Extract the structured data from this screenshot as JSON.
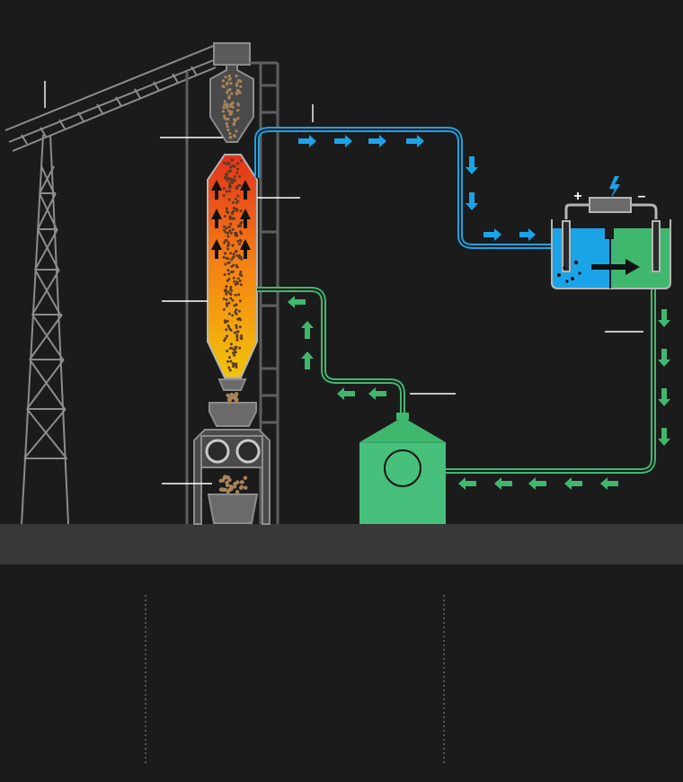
{
  "colors": {
    "background": "#1b1b1b",
    "ground": "#383838",
    "structure": "#8c8c8c",
    "hydrogen_blue": "#1ba3e8",
    "oxygen_green": "#3fb86e",
    "hot_red": "#e3321c",
    "hot_orange": "#f58214",
    "hot_yellow": "#f2c40a",
    "pellet_brown": "#a8845a",
    "leader_line": "#ffffff"
  },
  "diagram": {
    "components": [
      {
        "id": "conveyor",
        "icon": "inclined-conveyor-tower-icon"
      },
      {
        "id": "hopper",
        "icon": "pellet-hopper-icon"
      },
      {
        "id": "shaft-furnace",
        "icon": "shaft-furnace-icon"
      },
      {
        "id": "crusher",
        "icon": "roller-crusher-icon"
      },
      {
        "id": "electrolyser",
        "icon": "electrolysis-tank-icon"
      },
      {
        "id": "compressor",
        "icon": "gas-compressor-icon"
      }
    ],
    "flows": [
      {
        "id": "hydrogen",
        "color": "hydrogen_blue"
      },
      {
        "id": "recycled-gas",
        "color": "oxygen_green"
      }
    ],
    "electrolyser_terminals": {
      "plus": "+",
      "minus": "–"
    },
    "labels": [],
    "columns": 3
  }
}
